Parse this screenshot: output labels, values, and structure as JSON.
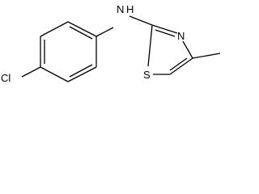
{
  "molecule": {
    "atoms": {
      "chlorine": "Cl",
      "amine_nitrogen": "N",
      "amine_hydrogen": "H",
      "ring_nitrogen": "N",
      "ring_sulfur": "S"
    }
  }
}
